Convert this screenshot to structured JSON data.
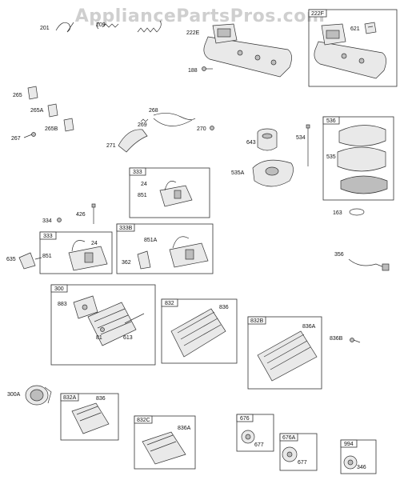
{
  "watermark": "AppliancePartsPros.com",
  "labels": {
    "p201": "201",
    "p209": "209",
    "p222e": "222E",
    "p188": "188",
    "p621": "621",
    "p265": "265",
    "p265a": "265A",
    "p265b": "265B",
    "p267": "267",
    "p268": "268",
    "p269": "269",
    "p270": "270",
    "p271": "271",
    "p643": "643",
    "p534": "534",
    "p535": "535",
    "p535a": "535A",
    "p163": "163",
    "p24a": "24",
    "p851a": "851",
    "p334": "334",
    "p426": "426",
    "p24b": "24",
    "p851b": "851",
    "p851a2": "851A",
    "p362": "362",
    "p635": "635",
    "p356": "356",
    "p883": "883",
    "p81": "81",
    "p613": "613",
    "p836a": "836",
    "p836b": "836A",
    "p836c": "836B",
    "p300a": "300A",
    "p836d": "836",
    "p836e": "836A",
    "p677a": "677",
    "p677b": "677",
    "p346": "346"
  },
  "boxes": {
    "b222f": "222F",
    "b536": "536",
    "b333top": "333",
    "b333": "333",
    "b333b": "333B",
    "b300": "300",
    "b832": "832",
    "b832b": "832B",
    "b832a": "832A",
    "b832c": "832C",
    "b676": "676",
    "b676a": "676A",
    "b994": "994"
  }
}
